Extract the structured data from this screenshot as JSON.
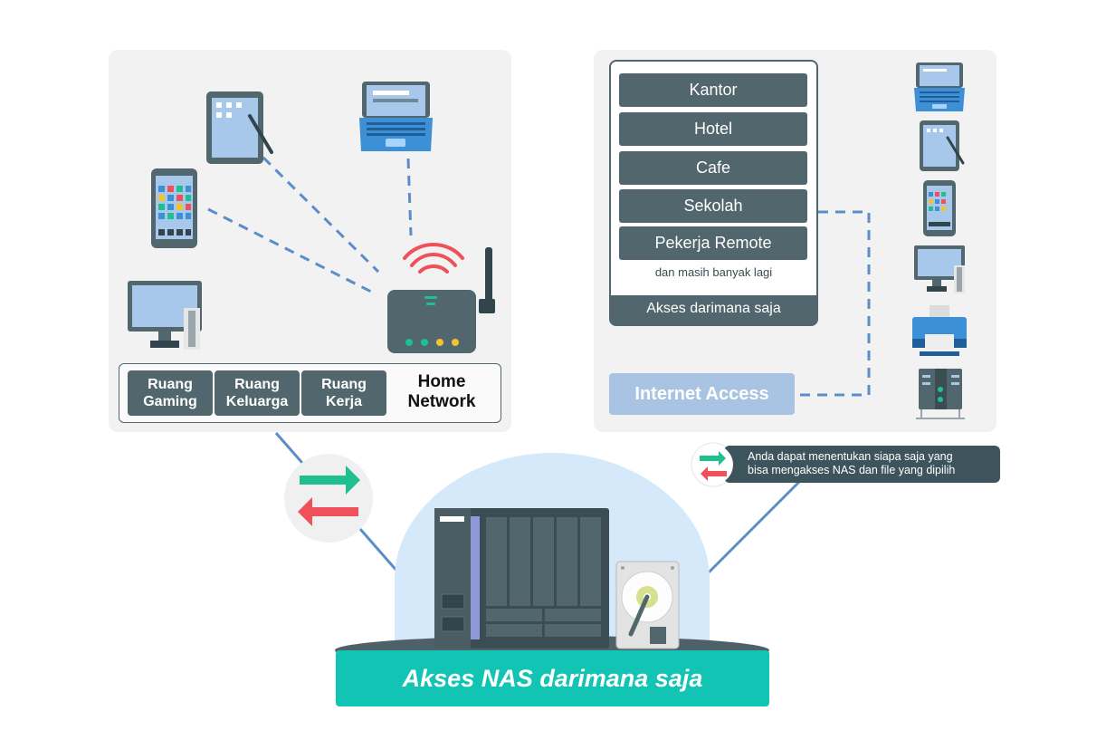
{
  "home": {
    "rooms": [
      {
        "line1": "Ruang",
        "line2": "Gaming"
      },
      {
        "line1": "Ruang",
        "line2": "Keluarga"
      },
      {
        "line1": "Ruang",
        "line2": "Kerja"
      }
    ],
    "network_line1": "Home",
    "network_line2": "Network"
  },
  "remote": {
    "locations": [
      "Kantor",
      "Hotel",
      "Cafe",
      "Sekolah",
      "Pekerja Remote"
    ],
    "more": "dan masih banyak lagi",
    "anywhere": "Akses darimana saja",
    "internet": "Internet Access"
  },
  "note": {
    "line1": "Anda dapat menentukan siapa saja yang",
    "line2": "bisa mengakses NAS dan file yang dipilih"
  },
  "banner": "Akses NAS darimana saja",
  "colors": {
    "slate": "#51666d",
    "teal": "#12c4b3",
    "panel": "#f2f2f2",
    "dashed": "#5b8dc9",
    "signal_red": "#f0505a",
    "arrow_green": "#1fbf8f",
    "arrow_red": "#f0505a"
  },
  "icons": [
    "tablet-icon",
    "laptop-icon",
    "smartphone-icon",
    "monitor-icon",
    "router-icon",
    "printer-icon",
    "server-icon",
    "nas-icon",
    "hard-drive-icon",
    "transfer-arrows-icon"
  ]
}
